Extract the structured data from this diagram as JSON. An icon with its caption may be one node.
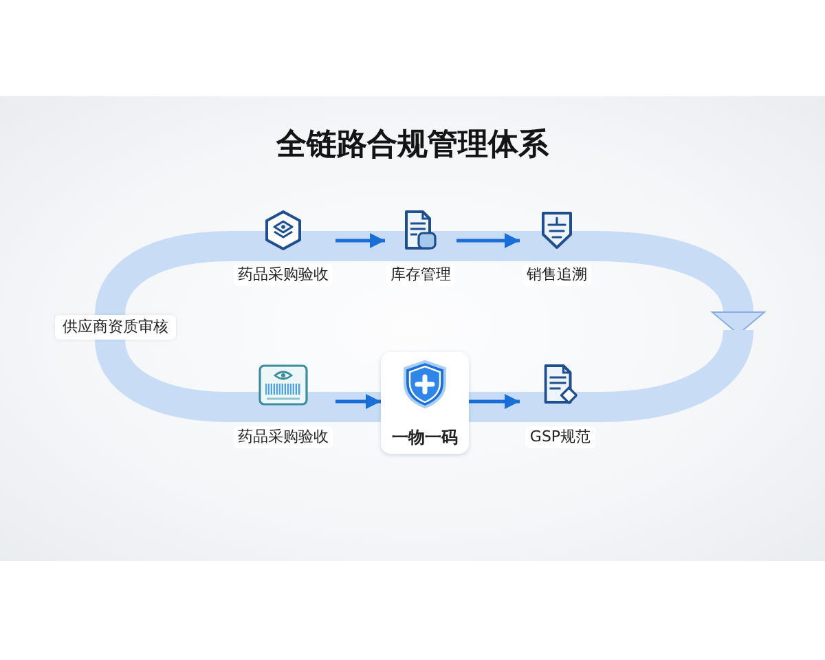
{
  "diagram": {
    "title": "全链路合规管理体系",
    "nodes": [
      {
        "text": [
          "药品采购验收"
        ]
      },
      {
        "text": [
          "库存管理"
        ]
      },
      {
        "text": [
          "销售追溯"
        ]
      },
      {
        "text": [
          "供应商资质审核"
        ]
      },
      {
        "text": [
          "药品采购验收"
        ]
      },
      {
        "text": [
          "一物一码"
        ]
      },
      {
        "text": [
          "GSP规范"
        ]
      }
    ],
    "edges": [
      {
        "from": 3,
        "to": 0,
        "arrow": "none",
        "style": "thick",
        "color": "#c8ddf5"
      },
      {
        "from": 3,
        "to": 4,
        "arrow": "none",
        "style": "thick",
        "color": "#c8ddf5"
      },
      {
        "from": 0,
        "to": 1,
        "arrow": "to",
        "color": "#1a6fd6"
      },
      {
        "from": 1,
        "to": 2,
        "arrow": "to",
        "color": "#1a6fd6"
      },
      {
        "from": 2,
        "to": null,
        "arrow": "to",
        "style": "thick",
        "color": "#c8ddf5"
      },
      {
        "from": null,
        "to": 6,
        "arrow": "none",
        "style": "thick",
        "color": "#c8ddf5"
      },
      {
        "from": 4,
        "to": 5,
        "arrow": "to",
        "color": "#1a6fd6"
      },
      {
        "from": 5,
        "to": 6,
        "arrow": "to",
        "color": "#1a6fd6"
      }
    ]
  }
}
